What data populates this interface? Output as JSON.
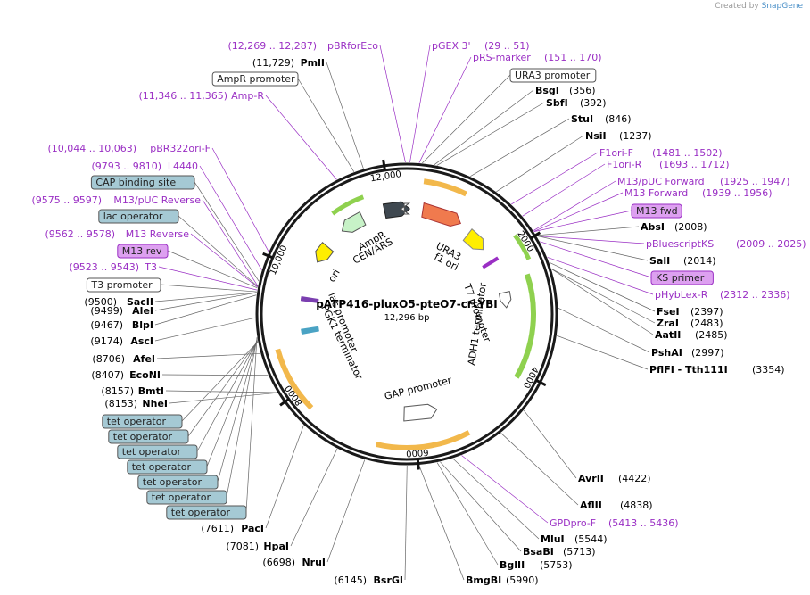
{
  "credit": {
    "prefix": "Created by",
    "brand": "SnapGene"
  },
  "plasmid": {
    "name": "pATP416-pluxO5-pteO7-crtYBI",
    "size_label": "12,296 bp",
    "length": 12296
  },
  "colors": {
    "primer": "#9a2fc4",
    "enzyme": "#000000",
    "feature_box_fill": "#a5c9d4",
    "primer_box_fill": "#dda0f0",
    "backbone": "#1a1a1a"
  },
  "ticks": [
    {
      "label": "2000",
      "pos": 2000
    },
    {
      "label": "4000",
      "pos": 4000
    },
    {
      "label": "6000",
      "pos": 6000
    },
    {
      "label": "8000",
      "pos": 8000
    },
    {
      "label": "10,000",
      "pos": 10000
    },
    {
      "label": "12,000",
      "pos": 12000
    }
  ],
  "inner_labels": [
    {
      "text": "URA3"
    },
    {
      "text": "f1 ori"
    },
    {
      "text": "AmpR"
    },
    {
      "text": "CEN/ARS"
    },
    {
      "text": "ori"
    },
    {
      "text": "T7 promoter"
    },
    {
      "text": "ADH1 terminator"
    },
    {
      "text": "GAP promoter"
    },
    {
      "text": "lac promoter"
    },
    {
      "text": "PGK1 terminator"
    }
  ],
  "right_labels": [
    {
      "name": "BsgI",
      "coord": "(356)",
      "kind": "enzyme"
    },
    {
      "name": "SbfI",
      "coord": "(392)",
      "kind": "enzyme"
    },
    {
      "name": "StuI",
      "coord": "(846)",
      "kind": "enzyme"
    },
    {
      "name": "NsiI",
      "coord": "(1237)",
      "kind": "enzyme"
    },
    {
      "name": "F1ori-F",
      "coord": "(1481 .. 1502)",
      "kind": "primer"
    },
    {
      "name": "F1ori-R",
      "coord": "(1693 .. 1712)",
      "kind": "primer"
    },
    {
      "name": "M13/pUC Forward",
      "coord": "(1925 .. 1947)",
      "kind": "primer"
    },
    {
      "name": "M13 Forward",
      "coord": "(1939 .. 1956)",
      "kind": "primer"
    },
    {
      "name": "M13 fwd",
      "coord": "",
      "kind": "primerbox"
    },
    {
      "name": "AbsI",
      "coord": "(2008)",
      "kind": "enzyme"
    },
    {
      "name": "pBluescriptKS",
      "coord": "(2009 .. 2025)",
      "kind": "primer"
    },
    {
      "name": "SalI",
      "coord": "(2014)",
      "kind": "enzyme"
    },
    {
      "name": "KS primer",
      "coord": "",
      "kind": "primerbox"
    },
    {
      "name": "pHybLex-R",
      "coord": "(2312 .. 2336)",
      "kind": "primer"
    },
    {
      "name": "FseI",
      "coord": "(2397)",
      "kind": "enzyme"
    },
    {
      "name": "ZraI",
      "coord": "(2483)",
      "kind": "enzyme"
    },
    {
      "name": "AatII",
      "coord": "(2485)",
      "kind": "enzyme"
    },
    {
      "name": "PshAI",
      "coord": "(2997)",
      "kind": "enzyme"
    },
    {
      "name": "PflFI - Tth111I",
      "coord": "(3354)",
      "kind": "enzyme"
    },
    {
      "name": "AvrII",
      "coord": "(4422)",
      "kind": "enzyme"
    },
    {
      "name": "AflII",
      "coord": "(4838)",
      "kind": "enzyme"
    },
    {
      "name": "GPDpro-F",
      "coord": "(5413 .. 5436)",
      "kind": "primer"
    },
    {
      "name": "MluI",
      "coord": "(5544)",
      "kind": "enzyme"
    },
    {
      "name": "BsaBI",
      "coord": "(5713)",
      "kind": "enzyme"
    },
    {
      "name": "BglII",
      "coord": "(5753)",
      "kind": "enzyme"
    },
    {
      "name": "BmgBI",
      "coord": "(5990)",
      "kind": "enzyme"
    }
  ],
  "bottom_labels": [
    {
      "name": "BsrGI",
      "coord": "(6145)",
      "kind": "enzyme"
    },
    {
      "name": "NruI",
      "coord": "(6698)",
      "kind": "enzyme"
    },
    {
      "name": "HpaI",
      "coord": "(7081)",
      "kind": "enzyme"
    },
    {
      "name": "PacI",
      "coord": "(7611)",
      "kind": "enzyme"
    }
  ],
  "left_labels": [
    {
      "name": "tet operator",
      "coord": "",
      "kind": "featurebox"
    },
    {
      "name": "tet operator",
      "coord": "",
      "kind": "featurebox"
    },
    {
      "name": "tet operator",
      "coord": "",
      "kind": "featurebox"
    },
    {
      "name": "tet operator",
      "coord": "",
      "kind": "featurebox"
    },
    {
      "name": "tet operator",
      "coord": "",
      "kind": "featurebox"
    },
    {
      "name": "tet operator",
      "coord": "",
      "kind": "featurebox"
    },
    {
      "name": "tet operator",
      "coord": "",
      "kind": "featurebox"
    },
    {
      "name": "NheI",
      "coord": "(8153)",
      "kind": "enzyme"
    },
    {
      "name": "BmtI",
      "coord": "(8157)",
      "kind": "enzyme"
    },
    {
      "name": "EcoNI",
      "coord": "(8407)",
      "kind": "enzyme"
    },
    {
      "name": "AfeI",
      "coord": "(8706)",
      "kind": "enzyme"
    },
    {
      "name": "AscI",
      "coord": "(9174)",
      "kind": "enzyme"
    },
    {
      "name": "BlpI",
      "coord": "(9467)",
      "kind": "enzyme"
    },
    {
      "name": "AleI",
      "coord": "(9499)",
      "kind": "enzyme"
    },
    {
      "name": "SacII",
      "coord": "(9500)",
      "kind": "enzyme"
    },
    {
      "name": "T3 promoter",
      "coord": "",
      "kind": "whitebox"
    },
    {
      "name": "T3",
      "coord": "(9523 .. 9543)",
      "kind": "primer"
    },
    {
      "name": "M13 rev",
      "coord": "",
      "kind": "primerbox"
    },
    {
      "name": "M13 Reverse",
      "coord": "(9562 .. 9578)",
      "kind": "primer"
    },
    {
      "name": "lac operator",
      "coord": "",
      "kind": "featurebox"
    },
    {
      "name": "M13/pUC Reverse",
      "coord": "(9575 .. 9597)",
      "kind": "primer"
    },
    {
      "name": "CAP binding site",
      "coord": "",
      "kind": "featurebox"
    },
    {
      "name": "L4440",
      "coord": "(9793 .. 9810)",
      "kind": "primer"
    },
    {
      "name": "pBR322ori-F",
      "coord": "(10,044 .. 10,063)",
      "kind": "primer"
    },
    {
      "name": "Amp-R",
      "coord": "(11,346 .. 11,365)",
      "kind": "primer"
    },
    {
      "name": "AmpR promoter",
      "coord": "",
      "kind": "whitebox"
    },
    {
      "name": "PmlI",
      "coord": "(11,729)",
      "kind": "enzyme"
    },
    {
      "name": "pBRforEco",
      "coord": "(12,269 .. 12,287)",
      "kind": "primer"
    }
  ],
  "top_labels": [
    {
      "name": "pGEX 3'",
      "coord": "(29 .. 51)",
      "kind": "primer"
    },
    {
      "name": "pRS-marker",
      "coord": "(151 .. 170)",
      "kind": "primer"
    },
    {
      "name": "URA3 promoter",
      "coord": "",
      "kind": "whitebox"
    }
  ]
}
